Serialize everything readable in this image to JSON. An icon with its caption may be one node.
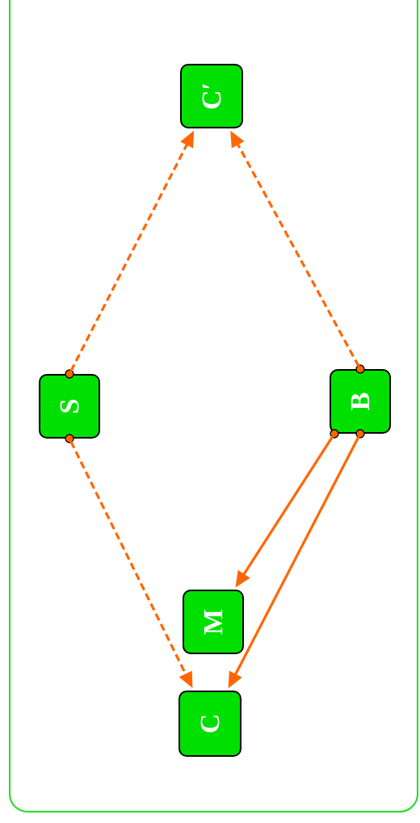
{
  "diagram": {
    "nodes": [
      {
        "text": [
          "C′"
        ]
      },
      {
        "text": [
          "S"
        ]
      },
      {
        "text": [
          "B"
        ]
      },
      {
        "text": [
          "M"
        ]
      },
      {
        "text": [
          "C"
        ]
      }
    ],
    "edges": [
      {
        "from": 1,
        "to": 0,
        "arrow": "to",
        "style": "dashed"
      },
      {
        "from": 2,
        "to": 0,
        "arrow": "to",
        "style": "dashed"
      },
      {
        "from": 1,
        "to": 4,
        "arrow": "to",
        "style": "dashed"
      },
      {
        "from": 2,
        "to": 3,
        "arrow": "to"
      },
      {
        "from": 2,
        "to": 4,
        "arrow": "to"
      }
    ]
  }
}
